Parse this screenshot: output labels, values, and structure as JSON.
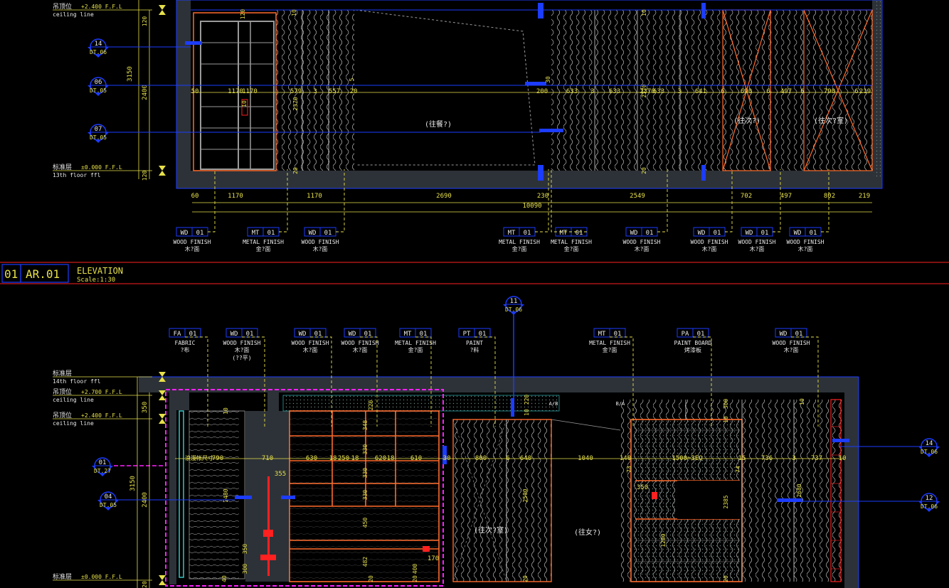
{
  "colors": {
    "background": "#000000",
    "wall": "#2d3238",
    "blue": "#1c3cff",
    "yellow": "#e6e04a",
    "white": "#e8e8e8",
    "red": "#ff2020",
    "magenta": "#ff20ff",
    "orange": "#ff6a2a",
    "cyan": "#3ad2d2",
    "grey": "#9a9a9a"
  },
  "title_block": {
    "number": "01",
    "ref": "AR.01",
    "title": "ELEVATION",
    "scale": "Scale:1:30"
  },
  "upper_elevation": {
    "levels": [
      {
        "zh": "吊顶位",
        "value": "+2.400 F.F.L",
        "en": "ceiling line"
      },
      {
        "zh": "标准层",
        "value": "±0.000 F.F.L",
        "en": "13th floor ffl"
      }
    ],
    "section_markers": [
      {
        "num": "14",
        "ref": "DT.06"
      },
      {
        "num": "06",
        "ref": "DT.05"
      },
      {
        "num": "07",
        "ref": "DT.05"
      }
    ],
    "left_dims": [
      "3150",
      "2400",
      "120",
      "120"
    ],
    "width_dims_top": [
      "50",
      "1170",
      "1170",
      "579",
      "3",
      "557",
      "20",
      "200",
      "633",
      "3",
      "633",
      "2370",
      "633",
      "3",
      "641",
      "6",
      "690",
      "6",
      "497",
      "6",
      "790",
      "6",
      "219"
    ],
    "vertical_labels": [
      "120",
      "10",
      "10",
      "2370",
      "2370",
      "5",
      "30",
      "20",
      "20",
      "10"
    ],
    "bottom_dims": [
      "60",
      "1170",
      "1170",
      "2690",
      "230",
      "2549",
      "702",
      "497",
      "802",
      "219"
    ],
    "total_dim": "10090",
    "room_labels": [
      "(往餐?)",
      "(往次?)",
      "(往次?室)"
    ],
    "material_tags": [
      {
        "code": "WD",
        "num": "01",
        "en": "WOOD FINISH",
        "zh": "木?面"
      },
      {
        "code": "MT",
        "num": "01",
        "en": "METAL FINISH",
        "zh": "金?面"
      },
      {
        "code": "WD",
        "num": "01",
        "en": "WOOD FINISH",
        "zh": "木?面"
      },
      {
        "code": "MT",
        "num": "01",
        "en": "METAL FINISH",
        "zh": "金?面"
      },
      {
        "code": "MT",
        "num": "01",
        "en": "METAL FINISH",
        "zh": "金?面"
      },
      {
        "code": "WD",
        "num": "01",
        "en": "WOOD FINISH",
        "zh": "木?面"
      },
      {
        "code": "WD",
        "num": "01",
        "en": "WOOD FINISH",
        "zh": "木?面"
      },
      {
        "code": "WD",
        "num": "01",
        "en": "WOOD FINISH",
        "zh": "木?面"
      },
      {
        "code": "WD",
        "num": "01",
        "en": "WOOD FINISH",
        "zh": "木?面"
      }
    ]
  },
  "lower_elevation": {
    "levels": [
      {
        "zh": "标准层",
        "value": "",
        "en": "14th floor ffl"
      },
      {
        "zh": "吊顶位",
        "value": "+2.700 F.F.L",
        "en": "ceiling line"
      },
      {
        "zh": "吊顶位",
        "value": "+2.400 F.F.L",
        "en": "ceiling line"
      },
      {
        "zh": "标准层",
        "value": "±0.000 F.F.L",
        "en": ""
      }
    ],
    "section_markers": [
      {
        "num": "11",
        "ref": "DT.06"
      },
      {
        "num": "01",
        "ref": "DT.27"
      },
      {
        "num": "04",
        "ref": "DT.05"
      },
      {
        "num": "14",
        "ref": "DT.06"
      },
      {
        "num": "12",
        "ref": "DT.06"
      }
    ],
    "left_dims": [
      "350",
      "3150",
      "2400",
      "20"
    ],
    "width_dims": [
      "790",
      "710",
      "630",
      "18",
      "250",
      "18",
      "620",
      "18",
      "610",
      "30",
      "800",
      "6",
      "640",
      "1040",
      "140",
      "1500=3EQ",
      "15",
      "736",
      "3",
      "737",
      "10"
    ],
    "vertical_labels": [
      "10",
      "220",
      "348",
      "330",
      "330",
      "330",
      "450",
      "482",
      "400",
      "350",
      "300",
      "2480",
      "2500",
      "2680",
      "2385",
      "1200",
      "73",
      "74",
      "220",
      "10",
      "300",
      "10",
      "10",
      "40",
      "20",
      "20",
      "20",
      "20"
    ],
    "small_dims": [
      "355",
      "350",
      "170"
    ],
    "room_labels": [
      "(往次?室)",
      "(往女?)"
    ],
    "door_labels": [
      "A/B",
      "B/A"
    ],
    "feature_label": "浪漫帐尺寸",
    "material_tags": [
      {
        "code": "FA",
        "num": "01",
        "en": "FABRIC",
        "zh": "?布"
      },
      {
        "code": "WD",
        "num": "01",
        "en": "WOOD FINISH",
        "zh": "木?面",
        "extra": "(??平)"
      },
      {
        "code": "WD",
        "num": "01",
        "en": "WOOD FINISH",
        "zh": "木?面"
      },
      {
        "code": "WD",
        "num": "01",
        "en": "WOOD FINISH",
        "zh": "木?面"
      },
      {
        "code": "MT",
        "num": "01",
        "en": "METAL FINISH",
        "zh": "金?面"
      },
      {
        "code": "PT",
        "num": "01",
        "en": "PAINT",
        "zh": "?料"
      },
      {
        "code": "MT",
        "num": "01",
        "en": "METAL FINISH",
        "zh": "金?面"
      },
      {
        "code": "PA",
        "num": "01",
        "en": "PAINT BOARD",
        "zh": "烤漆板"
      },
      {
        "code": "WD",
        "num": "01",
        "en": "WOOD FINISH",
        "zh": "木?面"
      }
    ]
  }
}
